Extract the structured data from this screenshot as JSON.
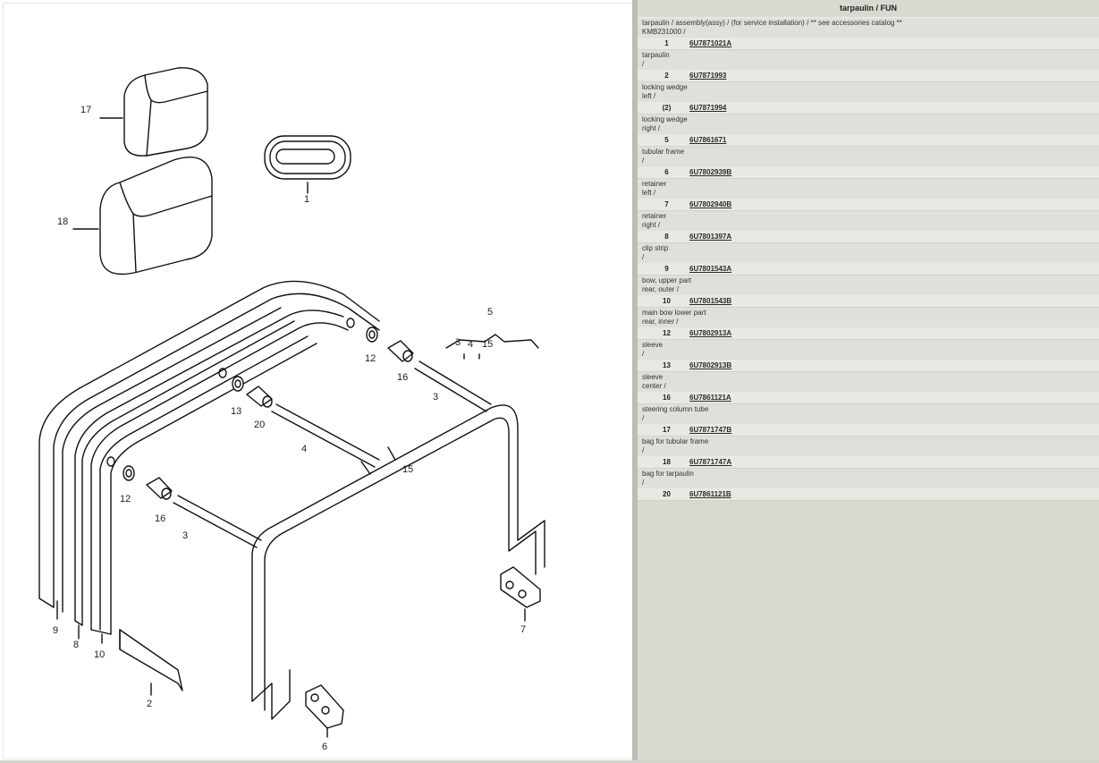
{
  "header": {
    "title": "tarpaulin / FUN"
  },
  "intro": {
    "lines": [
      "tarpaulin / assembly(assy) / (for service installation) / ** see accessories catalog **",
      "KMB231000 /"
    ]
  },
  "parts": [
    {
      "pos": "1",
      "part": "6U7871021A",
      "desc": [
        "tarpaulin",
        "/"
      ]
    },
    {
      "pos": "2",
      "part": "6U7871993",
      "desc": [
        "locking wedge",
        "left /"
      ]
    },
    {
      "pos": "(2)",
      "part": "6U7871994",
      "desc": [
        "locking wedge",
        "right /"
      ]
    },
    {
      "pos": "5",
      "part": "6U7861671",
      "desc": [
        "tubular frame",
        "/"
      ]
    },
    {
      "pos": "6",
      "part": "6U7802939B",
      "desc": [
        "retainer",
        "left /"
      ]
    },
    {
      "pos": "7",
      "part": "6U7802940B",
      "desc": [
        "retainer",
        "right /"
      ]
    },
    {
      "pos": "8",
      "part": "6U7801397A",
      "desc": [
        "clip strip",
        "/"
      ]
    },
    {
      "pos": "9",
      "part": "6U7801543A",
      "desc": [
        "bow, upper part",
        "rear, outer /"
      ]
    },
    {
      "pos": "10",
      "part": "6U7801543B",
      "desc": [
        "main bow lower part",
        "rear, inner /"
      ]
    },
    {
      "pos": "12",
      "part": "6U7802913A",
      "desc": [
        "sleeve",
        "/"
      ]
    },
    {
      "pos": "13",
      "part": "6U7802913B",
      "desc": [
        "sleeve",
        "center /"
      ]
    },
    {
      "pos": "16",
      "part": "6U7861121A",
      "desc": [
        "steering column tube",
        "/"
      ]
    },
    {
      "pos": "17",
      "part": "6U7871747B",
      "desc": [
        "bag for tubular frame",
        "/"
      ]
    },
    {
      "pos": "18",
      "part": "6U7871747A",
      "desc": [
        "bag for tarpaulin",
        "/"
      ]
    },
    {
      "pos": "20",
      "part": "6U7861121B",
      "desc": []
    }
  ],
  "diagram": {
    "callouts": [
      "17",
      "18",
      "1",
      "5",
      "3",
      "4",
      "15",
      "12",
      "16",
      "3",
      "13",
      "20",
      "4",
      "15",
      "12",
      "16",
      "3",
      "9",
      "8",
      "10",
      "2",
      "6",
      "7"
    ]
  },
  "colors": {
    "pane_bg": "#d8d9d1",
    "part_row_bg": "#e9e9e3",
    "diagram_bg": "#ffffff"
  }
}
